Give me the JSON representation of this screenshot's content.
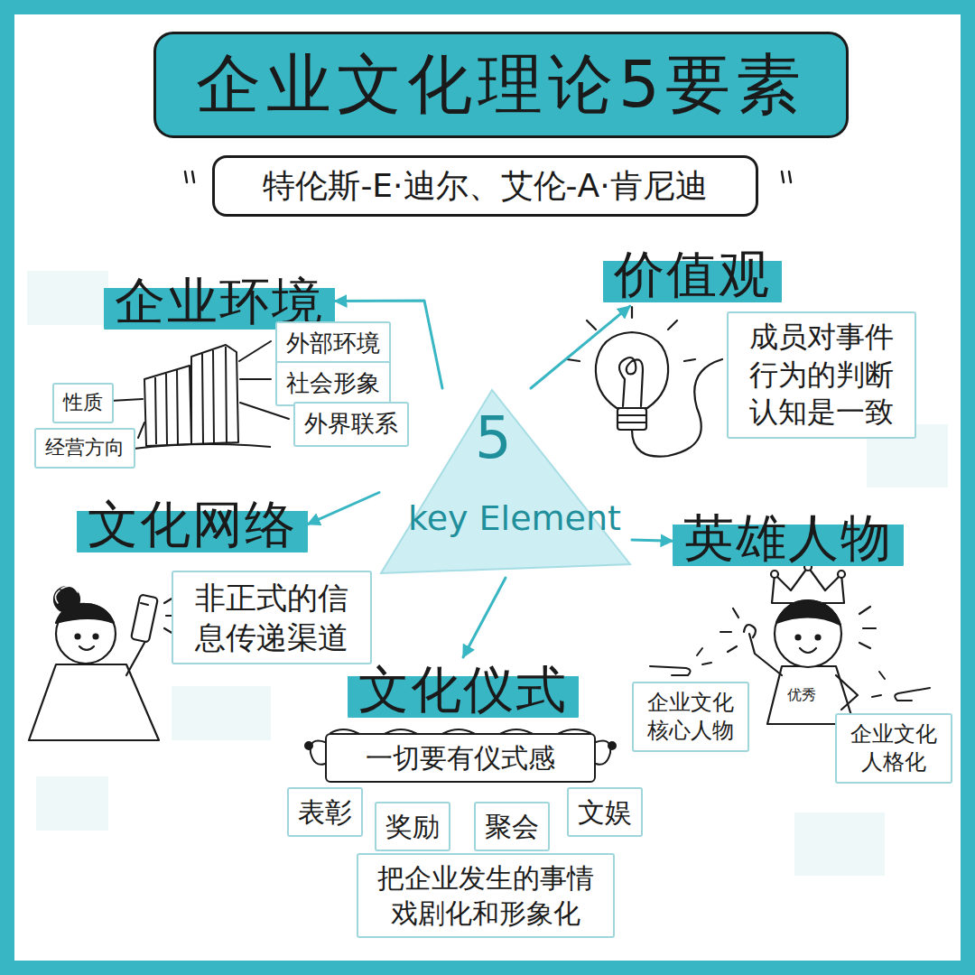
{
  "diagram": {
    "title": "企业文化理论5要素",
    "nodes": [
      {
        "text": [
          "特伦斯-E·迪尔、艾伦-A·肯尼迪"
        ]
      },
      {
        "text": [
          "5",
          "key Element"
        ]
      },
      {
        "text": [
          "企业环境"
        ]
      },
      {
        "text": [
          "外部环境"
        ]
      },
      {
        "text": [
          "社会形象"
        ]
      },
      {
        "text": [
          "外界联系"
        ]
      },
      {
        "text": [
          "性质"
        ]
      },
      {
        "text": [
          "经营方向"
        ]
      },
      {
        "text": [
          "价值观"
        ]
      },
      {
        "text": [
          "成员对事件行为的判断认知是一致"
        ]
      },
      {
        "text": [
          "文化网络"
        ]
      },
      {
        "text": [
          "非正式的信息传递渠道"
        ]
      },
      {
        "text": [
          "英雄人物"
        ]
      },
      {
        "text": [
          "企业文化核心人物"
        ]
      },
      {
        "text": [
          "企业文化人格化"
        ]
      },
      {
        "text": [
          "文化仪式"
        ]
      },
      {
        "text": [
          "一切要有仪式感"
        ]
      },
      {
        "text": [
          "表彰"
        ]
      },
      {
        "text": [
          "奖励"
        ]
      },
      {
        "text": [
          "聚会"
        ]
      },
      {
        "text": [
          "文娱"
        ]
      },
      {
        "text": [
          "把企业发生的事情戏剧化和形象化"
        ]
      }
    ],
    "edges": [
      {
        "from": 1,
        "to": 2,
        "arrow": "to"
      },
      {
        "from": 1,
        "to": 8,
        "arrow": "to"
      },
      {
        "from": 1,
        "to": 10,
        "arrow": "to"
      },
      {
        "from": 1,
        "to": 12,
        "arrow": "to"
      },
      {
        "from": 1,
        "to": 15,
        "arrow": "to"
      }
    ],
    "labels": [
      "优秀"
    ]
  }
}
